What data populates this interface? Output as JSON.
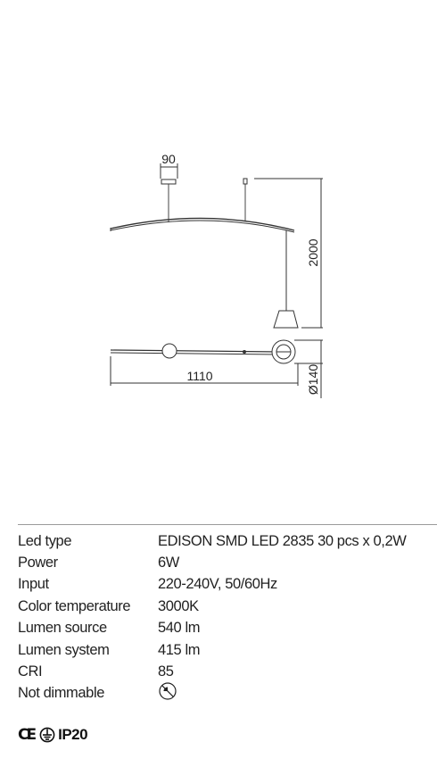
{
  "drawing": {
    "dim_canopy_width": "90",
    "dim_height": "2000",
    "dim_length": "1110",
    "dim_shade_diameter": "Ø140"
  },
  "specs": [
    {
      "label": "Led type",
      "value": "EDISON SMD LED 2835 30 pcs x 0,2W"
    },
    {
      "label": "Power",
      "value": "6W"
    },
    {
      "label": "Input",
      "value": "220-240V, 50/60Hz"
    },
    {
      "label": "Color temperature",
      "value": "3000K"
    },
    {
      "label": "Lumen source",
      "value": "540 lm"
    },
    {
      "label": "Lumen system",
      "value": "415 lm"
    },
    {
      "label": "CRI",
      "value": "85"
    },
    {
      "label": "Not dimmable",
      "value": "",
      "icon": "not-dimmable-icon"
    }
  ],
  "certifications": {
    "ce": "CE",
    "ip": "IP20",
    "icons": [
      "ce-mark-icon",
      "class-1-earth-icon"
    ]
  }
}
